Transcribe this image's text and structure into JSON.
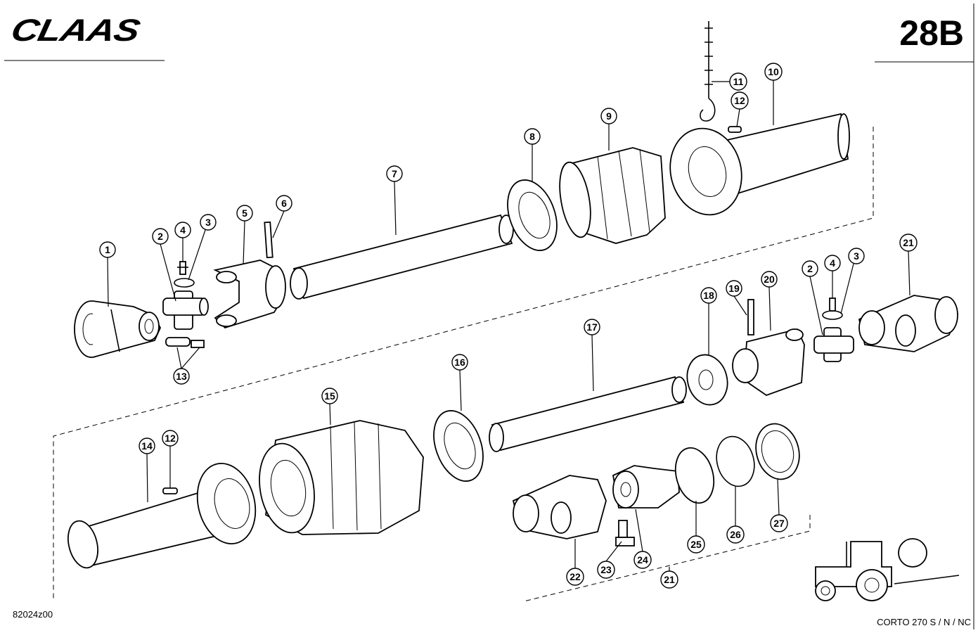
{
  "header": {
    "brand": "CLAAS",
    "sheet": "28B"
  },
  "footer": {
    "drawing_number": "82024z00",
    "model": "CORTO 270 S / N / NC"
  },
  "callouts": [
    {
      "id": "c1",
      "label": "1"
    },
    {
      "id": "c2a",
      "label": "2"
    },
    {
      "id": "c3a",
      "label": "3"
    },
    {
      "id": "c4a",
      "label": "4"
    },
    {
      "id": "c5",
      "label": "5"
    },
    {
      "id": "c6",
      "label": "6"
    },
    {
      "id": "c7",
      "label": "7"
    },
    {
      "id": "c8",
      "label": "8"
    },
    {
      "id": "c9",
      "label": "9"
    },
    {
      "id": "c10",
      "label": "10"
    },
    {
      "id": "c11",
      "label": "11"
    },
    {
      "id": "c12a",
      "label": "12"
    },
    {
      "id": "c13",
      "label": "13"
    },
    {
      "id": "c14",
      "label": "14"
    },
    {
      "id": "c12b",
      "label": "12"
    },
    {
      "id": "c15",
      "label": "15"
    },
    {
      "id": "c16",
      "label": "16"
    },
    {
      "id": "c17",
      "label": "17"
    },
    {
      "id": "c18",
      "label": "18"
    },
    {
      "id": "c19",
      "label": "19"
    },
    {
      "id": "c20",
      "label": "20"
    },
    {
      "id": "c2b",
      "label": "2"
    },
    {
      "id": "c4b",
      "label": "4"
    },
    {
      "id": "c3b",
      "label": "3"
    },
    {
      "id": "c21a",
      "label": "21"
    },
    {
      "id": "c22",
      "label": "22"
    },
    {
      "id": "c23",
      "label": "23"
    },
    {
      "id": "c24",
      "label": "24"
    },
    {
      "id": "c25",
      "label": "25"
    },
    {
      "id": "c26",
      "label": "26"
    },
    {
      "id": "c27",
      "label": "27"
    },
    {
      "id": "c21b",
      "label": "21"
    }
  ]
}
